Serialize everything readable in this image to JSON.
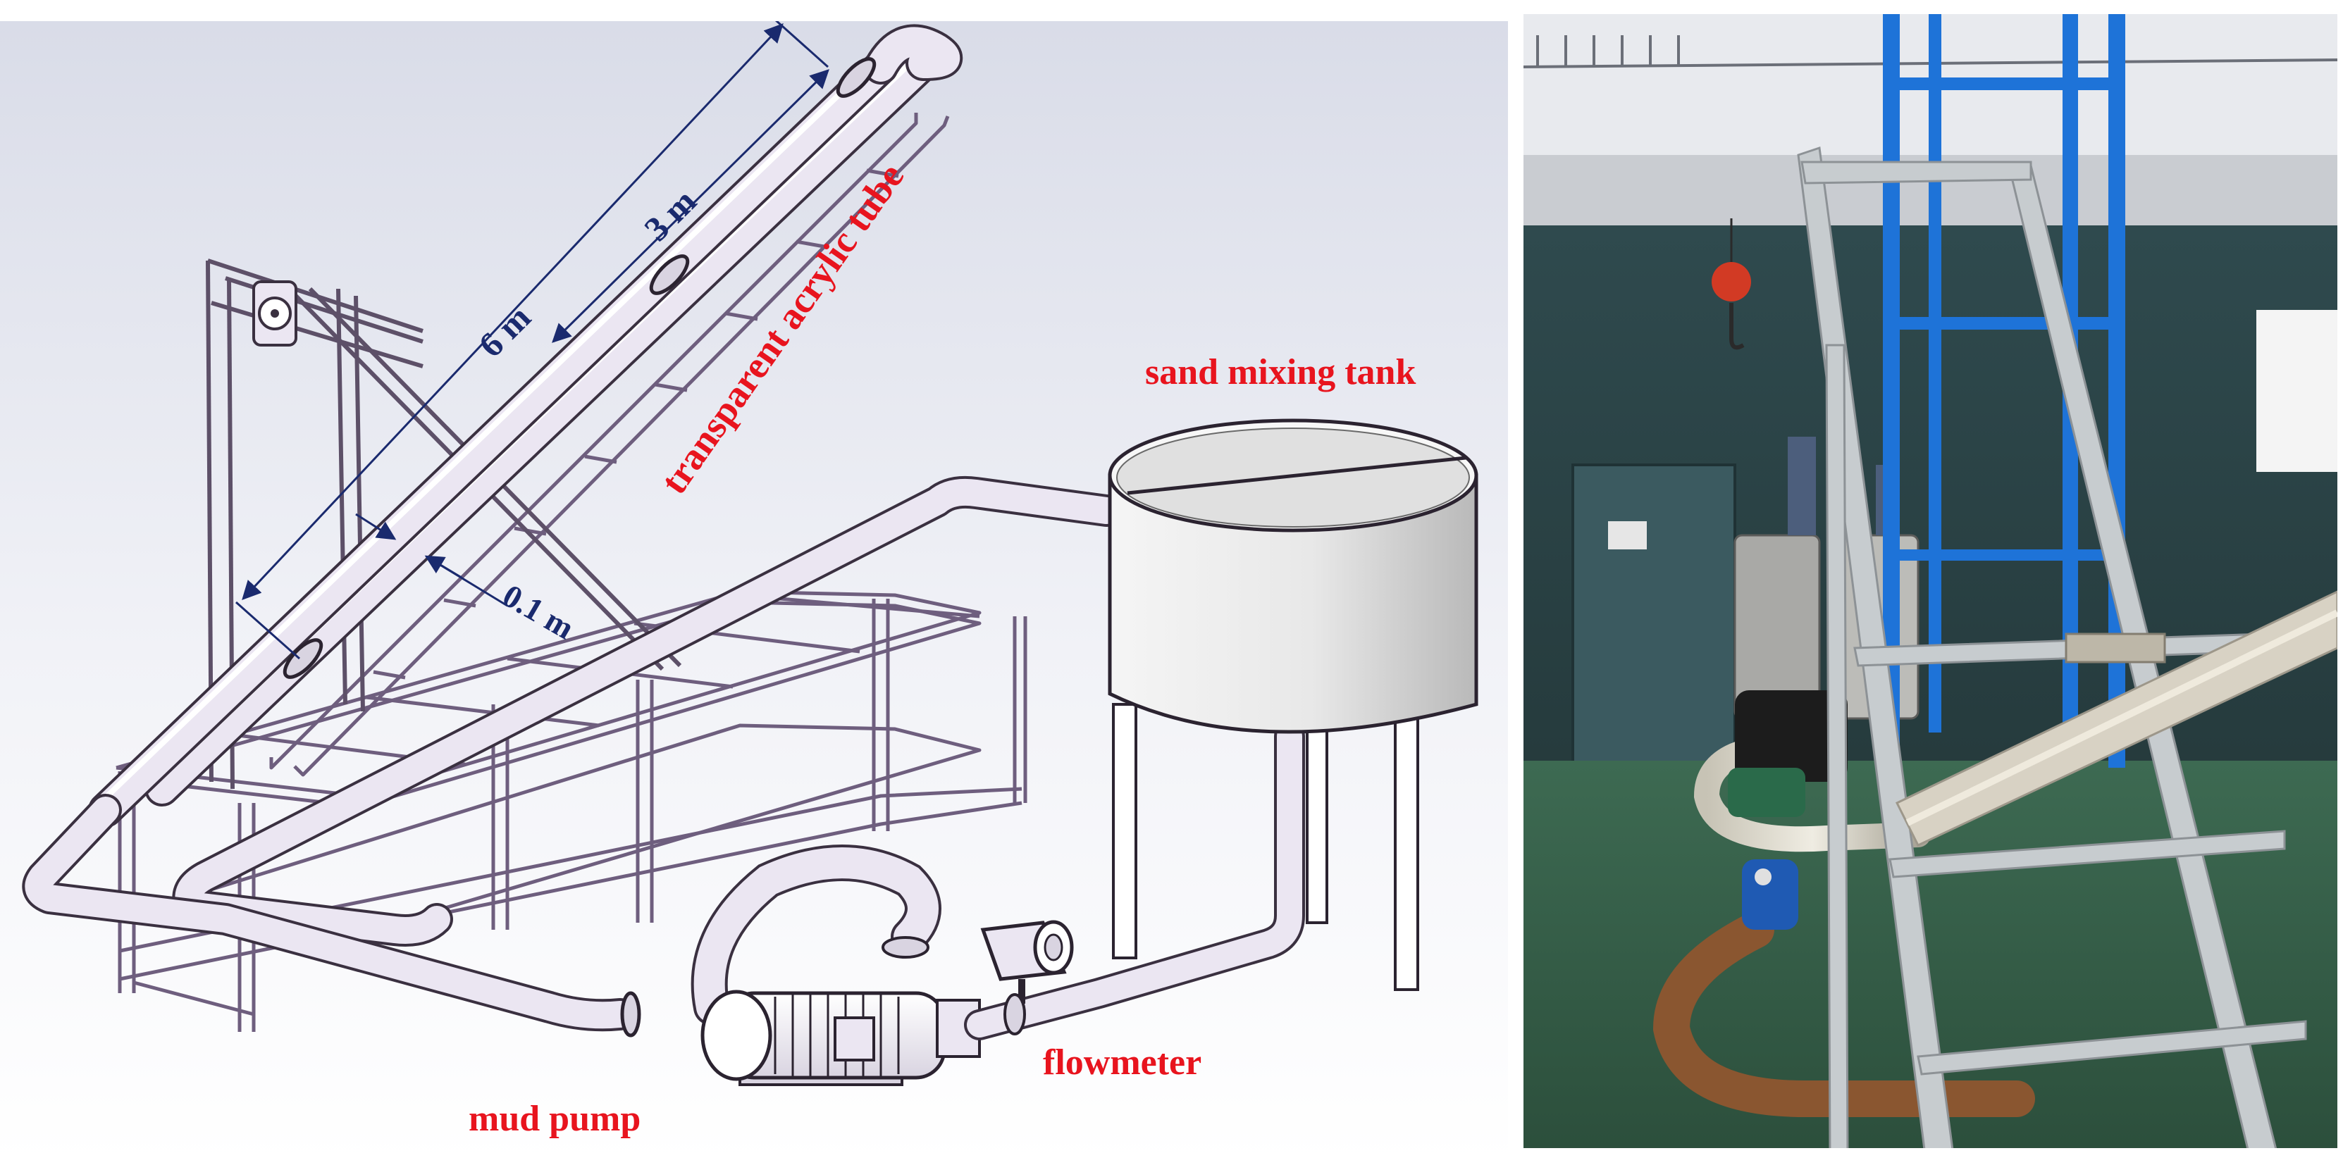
{
  "figure": {
    "cad_labels": {
      "tube": "transparent acrylic tube",
      "tank": "sand mixing tank",
      "pump": "mud pump",
      "meter": "flowmeter"
    },
    "dimensions": {
      "length_total": "6 m",
      "length_section": "3 m",
      "diameter": "0.1 m"
    },
    "colors": {
      "label_red": "#e8141e",
      "dimension_blue": "#1a2a6e",
      "pipe": "#ebe6f2",
      "frame_outline": "#6e5e7e",
      "tower_blue": "#1e73d8",
      "hose_brown": "#8a5630"
    }
  }
}
